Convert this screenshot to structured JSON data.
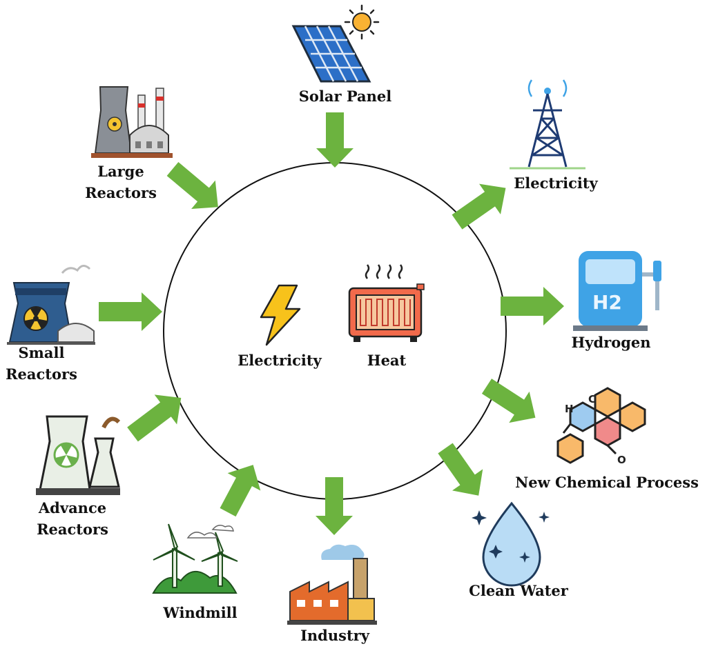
{
  "center": {
    "electricity_label": "Electricity",
    "heat_label": "Heat"
  },
  "inputs": {
    "solar_panel": "Solar Panel",
    "large_reactors": [
      "Large",
      "Reactors"
    ],
    "small_reactors": [
      "Small",
      "Reactors"
    ],
    "advance_reactors": [
      "Advance",
      "Reactors"
    ],
    "windmill": "Windmill"
  },
  "outputs": {
    "electricity": "Electricity",
    "hydrogen": "Hydrogen",
    "hydrogen_symbol": "H2",
    "new_chemical_process": "New Chemical Process",
    "chem_atoms": [
      "H",
      "C",
      "O"
    ],
    "clean_water": "Clean Water",
    "industry": "Industry"
  },
  "colors": {
    "arrow": "#6cb33f",
    "lightning": "#f7c21b",
    "heater": "#f26a4b",
    "hydrogen_blue": "#3fa3e6",
    "water_blue": "#b9dcf5",
    "solar_blue": "#2c6fc7"
  }
}
